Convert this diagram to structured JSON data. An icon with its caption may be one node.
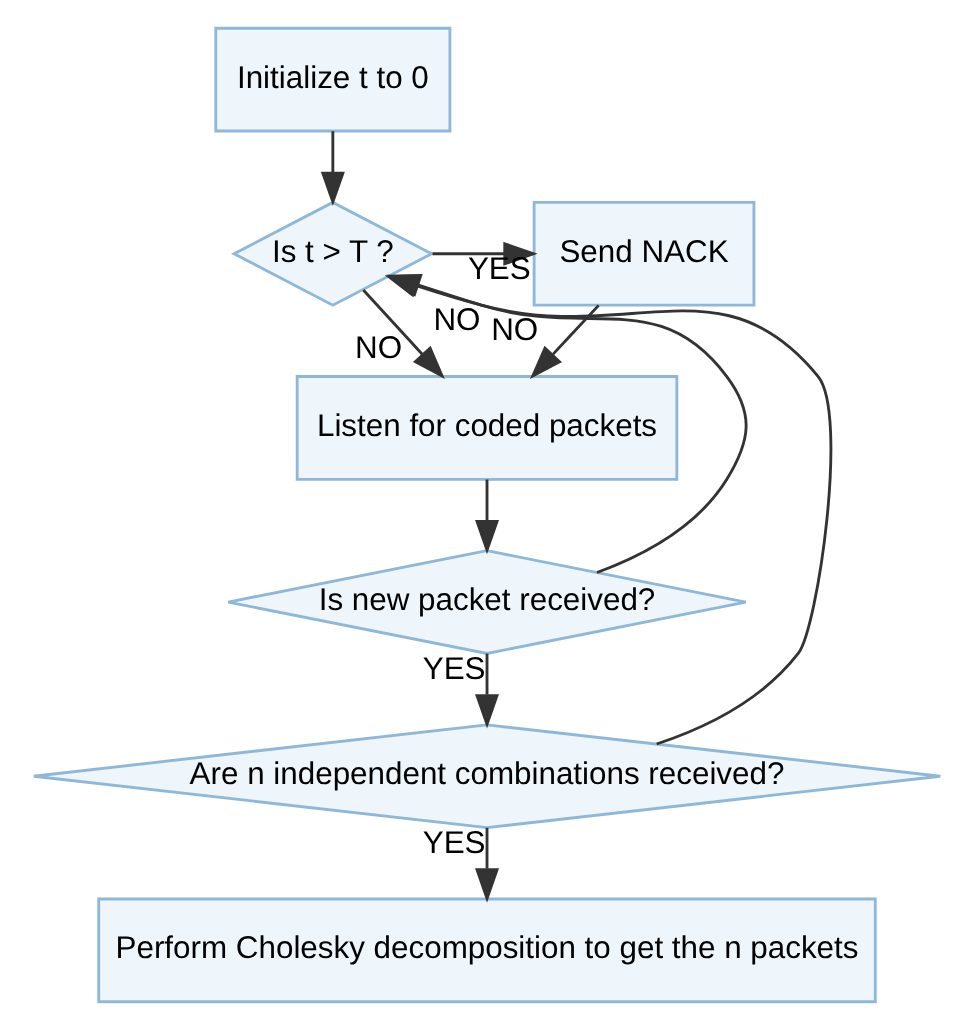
{
  "diagram": {
    "nodes": [
      {
        "text": [
          "Initialize t to 0"
        ]
      },
      {
        "text": [
          "Is t > T ?"
        ]
      },
      {
        "text": [
          "Send NACK"
        ]
      },
      {
        "text": [
          "Listen for coded packets"
        ]
      },
      {
        "text": [
          "Is new packet received?"
        ]
      },
      {
        "text": [
          "Are n independent combinations received?"
        ]
      },
      {
        "text": [
          "Perform Cholesky decomposition to get the n packets"
        ]
      }
    ],
    "edges": [
      {
        "from": 0,
        "to": 1,
        "arrow": "to"
      },
      {
        "from": 1,
        "to": 2,
        "arrow": "to",
        "label": "YES"
      },
      {
        "from": 1,
        "to": 3,
        "arrow": "to",
        "label": "NO"
      },
      {
        "from": 2,
        "to": 3,
        "arrow": "to"
      },
      {
        "from": 3,
        "to": 4,
        "arrow": "to"
      },
      {
        "from": 4,
        "to": 1,
        "arrow": "to",
        "label": "NO"
      },
      {
        "from": 4,
        "to": 5,
        "arrow": "to",
        "label": "YES"
      },
      {
        "from": 5,
        "to": 1,
        "arrow": "to",
        "label": "NO"
      },
      {
        "from": 5,
        "to": 6,
        "arrow": "to",
        "label": "YES"
      }
    ]
  }
}
